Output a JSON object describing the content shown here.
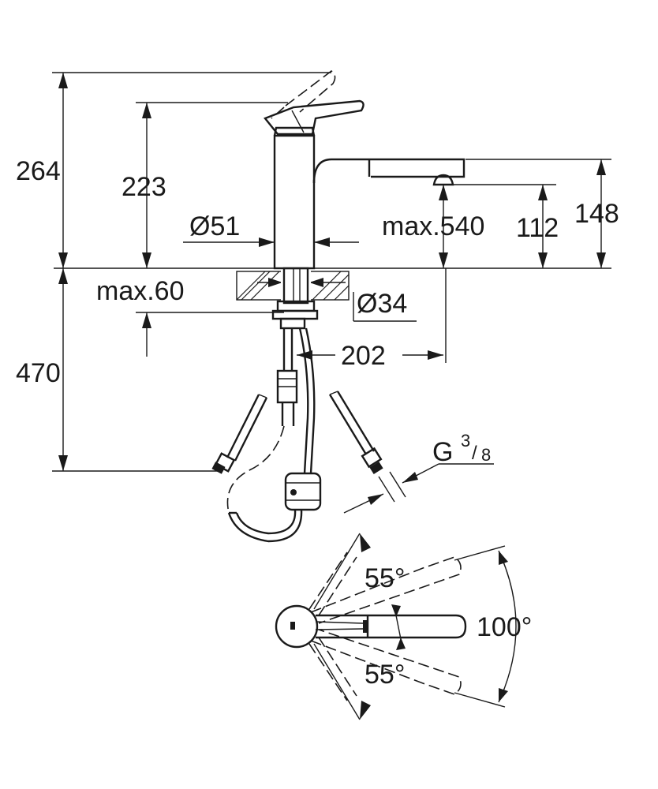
{
  "dimensions": {
    "total_height": "264",
    "lever_height": "223",
    "base_diameter": "Ø51",
    "max_reach": "max.540",
    "outlet_height": "112",
    "spout_height": "148",
    "max_deck_thickness": "max.60",
    "hole_diameter": "Ø34",
    "spout_projection": "202",
    "below_deck_length": "470",
    "thread_g": "G",
    "thread_num": "3",
    "thread_slash": "/",
    "thread_den": "8",
    "swivel_upper": "55°",
    "swivel_lower": "55°",
    "swivel_total": "100°"
  }
}
